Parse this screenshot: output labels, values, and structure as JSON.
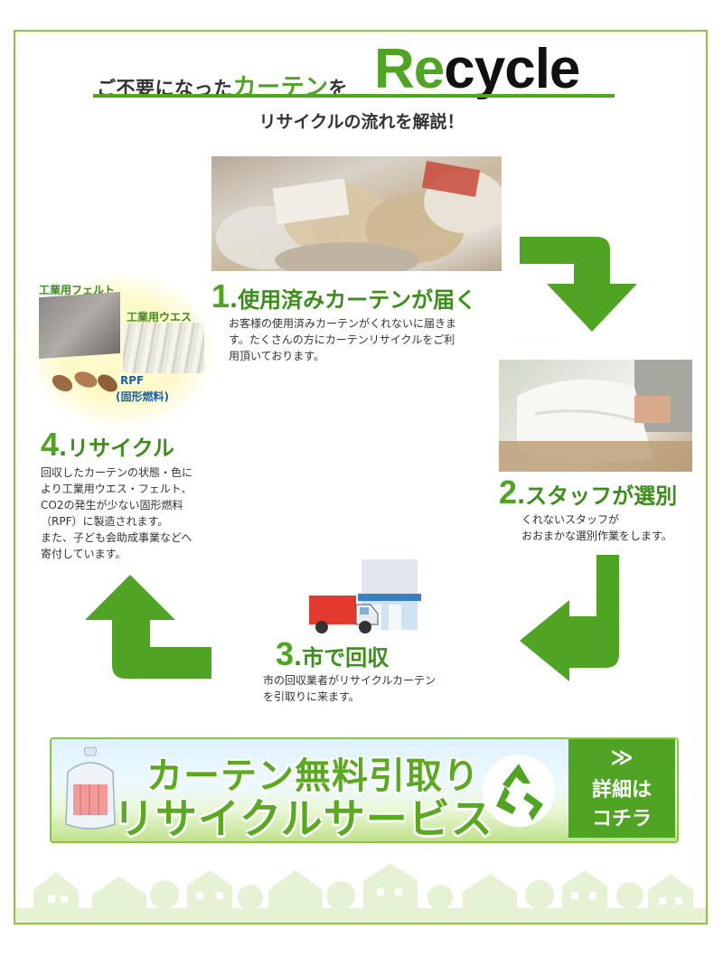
{
  "heading": {
    "prefix_pre": "ご不要になった",
    "prefix_green": "カーテン",
    "prefix_post": "を",
    "recycle_re": "Re",
    "recycle_rest": "cycle",
    "sub": "リサイクルの流れを解説！"
  },
  "steps": [
    {
      "num": "1",
      "title": ".使用済みカーテンが届く",
      "desc": [
        "お客様の使用済みカーテンがくれないに届きま",
        "す。たくさんの方にカーテンリサイクルをご利",
        "用頂いております。"
      ]
    },
    {
      "num": "2",
      "title": ".スタッフが選別",
      "desc": [
        "くれないスタッフが",
        "おおまかな選別作業をします。"
      ]
    },
    {
      "num": "3",
      "title": ".市で回収",
      "desc": [
        "市の回収業者がリサイクルカーテン",
        "を引取りに来ます。"
      ]
    },
    {
      "num": "4",
      "title": ".リサイクル",
      "desc": [
        "回収したカーテンの状態・色に",
        "より工業用ウエス・フェルト、",
        "CO2の発生が少ない固形燃料",
        "（RPF）に製造されます。",
        "また、子ども会助成事業などへ",
        "寄付しています。"
      ]
    }
  ],
  "products": {
    "felt": "工業用フェルト",
    "waste": "工業用ウエス",
    "rpf_1": "RPF",
    "rpf_2": "(固形燃料)"
  },
  "banner": {
    "line1": "カーテン無料引取り",
    "line2": "リサイクルサービス",
    "button_chevron": "≫",
    "button_line1": "詳細は",
    "button_line2": "コチラ"
  },
  "colors": {
    "brand_green": "#4fa423",
    "light_green": "#8cc63f",
    "dark_green": "#3c8e1c"
  }
}
